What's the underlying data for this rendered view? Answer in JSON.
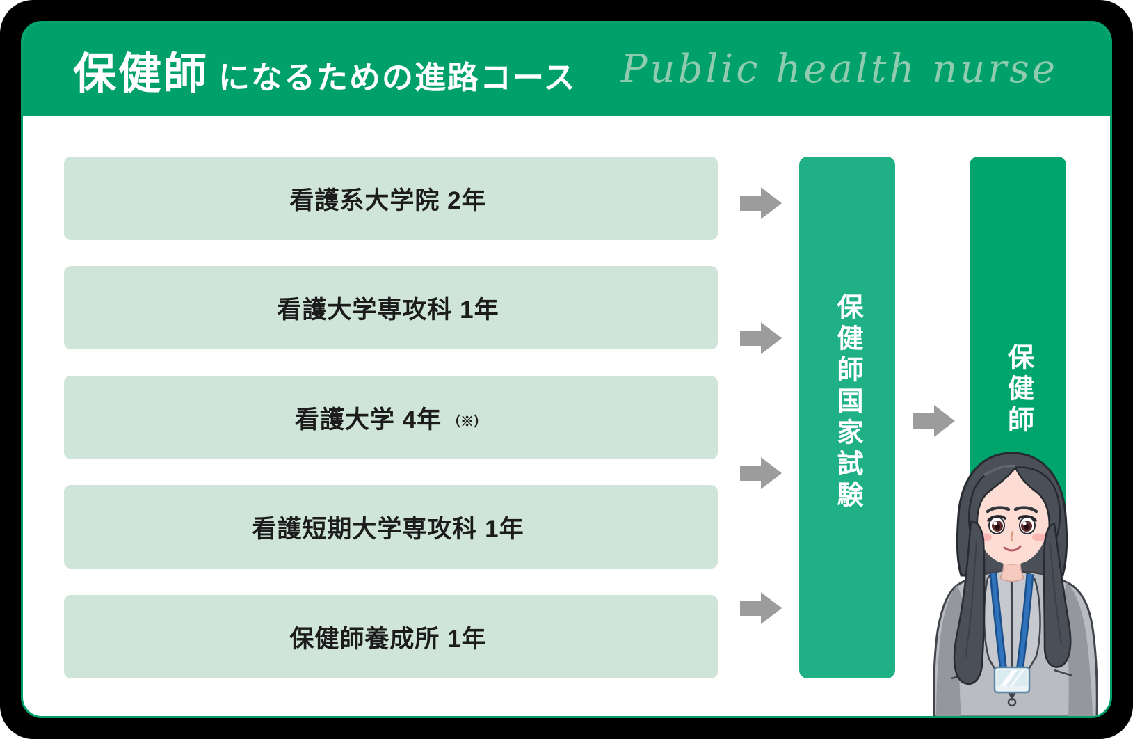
{
  "header": {
    "title_main": "保健師",
    "title_rest": "になるための進路コース",
    "subtitle_en": "Public health nurse"
  },
  "courses": [
    {
      "label": "看護系大学院 2年",
      "note": ""
    },
    {
      "label": "看護大学専攻科 1年",
      "note": ""
    },
    {
      "label": "看護大学 4年",
      "note": "（※）"
    },
    {
      "label": "看護短期大学専攻科 1年",
      "note": ""
    },
    {
      "label": "保健師養成所 1年",
      "note": ""
    }
  ],
  "exam_bar": {
    "label": "保健師国家試験"
  },
  "result_bar": {
    "label": "保健師"
  },
  "icons": {
    "flow_arrow": "block-arrow-right-icon",
    "illustration": "public-health-nurse-woman"
  },
  "colors": {
    "background": "#000000",
    "card_border": "#00a06b",
    "header_green": "#00a06b",
    "exam_bar_green": "#1fb185",
    "result_bar_green": "#00a56d",
    "course_box_green": "#cfe5d9",
    "arrow_gray": "#9c9c9c",
    "subtitle_green": "#8fcbae",
    "text_dark": "#1c1c1c",
    "bar_text": "#ffffff"
  }
}
